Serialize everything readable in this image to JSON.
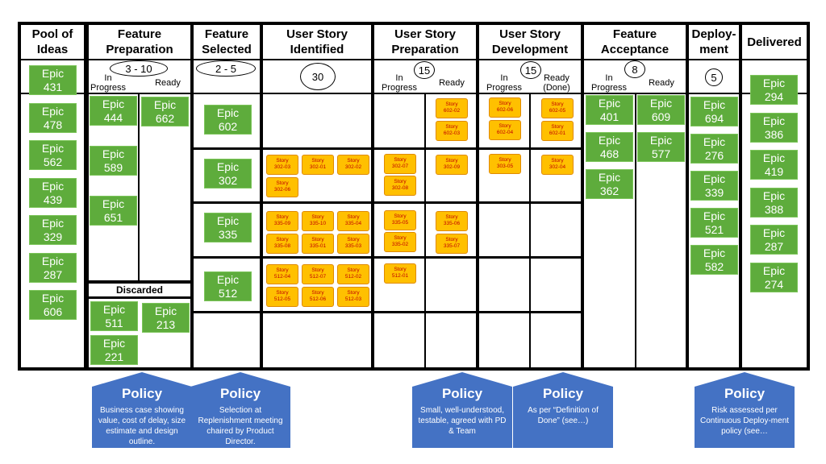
{
  "columns": [
    {
      "title": "Pool of Ideas"
    },
    {
      "title": "Feature Preparation"
    },
    {
      "title": "Feature Selected"
    },
    {
      "title": "User Story Identified"
    },
    {
      "title": "User Story Preparation"
    },
    {
      "title": "User Story Development"
    },
    {
      "title": "Feature Acceptance"
    },
    {
      "title": "Deploy-ment"
    },
    {
      "title": "Delivered"
    }
  ],
  "wip": {
    "feature_preparation": "3 - 10",
    "feature_selected": "2 - 5",
    "story_identified": "30",
    "story_preparation": "15",
    "story_development": "15",
    "feature_acceptance": "8",
    "deployment": "5"
  },
  "subcolumns": {
    "in_progress": "In Progress",
    "ready": "Ready",
    "ready_done": "Ready (Done)"
  },
  "discarded_label": "Discarded",
  "epic_label": "Epic",
  "story_label": "Story",
  "pool": [
    "431",
    "478",
    "562",
    "439",
    "329",
    "287",
    "606"
  ],
  "prep_in_progress": [
    "444",
    "589",
    "651"
  ],
  "prep_ready": [
    "662"
  ],
  "discarded": [
    "511",
    "213",
    "221"
  ],
  "selected": [
    "602",
    "302",
    "335",
    "512"
  ],
  "rows": [
    {
      "identified": [],
      "prep_ip": [],
      "prep_ready": [
        "602-02",
        "602-03"
      ],
      "dev_ip": [
        "602-06",
        "602-04"
      ],
      "dev_ready": [
        "602-05",
        "602-01"
      ]
    },
    {
      "identified": [
        "302-03",
        "302-01",
        "302-02",
        "302-06"
      ],
      "prep_ip": [
        "302-07",
        "302-08"
      ],
      "prep_ready": [
        "302-09"
      ],
      "dev_ip": [
        "303-05"
      ],
      "dev_ready": [
        "302-04"
      ]
    },
    {
      "identified": [
        "335-09",
        "335-10",
        "335-04",
        "335-08",
        "335-01",
        "335-03"
      ],
      "prep_ip": [
        "335-05",
        "335-02"
      ],
      "prep_ready": [
        "335-06",
        "335-07"
      ],
      "dev_ip": [],
      "dev_ready": []
    },
    {
      "identified": [
        "512-04",
        "512-07",
        "512-02",
        "512-05",
        "512-06",
        "512-03"
      ],
      "prep_ip": [
        "512-01"
      ],
      "prep_ready": [],
      "dev_ip": [],
      "dev_ready": []
    }
  ],
  "acceptance_in_progress": [
    "401",
    "468",
    "362"
  ],
  "acceptance_ready": [
    "609",
    "577"
  ],
  "deployment": [
    "694",
    "276",
    "339",
    "521",
    "582"
  ],
  "delivered": [
    "294",
    "386",
    "419",
    "388",
    "287",
    "274"
  ],
  "policies": [
    {
      "title": "Policy",
      "text": "Business case showing value, cost of delay, size estimate and design outline."
    },
    {
      "title": "Policy",
      "text": "Selection at Replenishment meeting chaired by Product Director."
    },
    {
      "title": "Policy",
      "text": "Small, well-understood, testable, agreed with PD & Team"
    },
    {
      "title": "Policy",
      "text": "As per “Definition of Done” (see…)"
    },
    {
      "title": "Policy",
      "text": "Risk assessed per Continuous Deploy-ment policy (see…"
    }
  ],
  "colors": {
    "epic": "#5eac3c",
    "story": "#ffc000",
    "story_text": "#c00000",
    "policy": "#4472c4"
  }
}
